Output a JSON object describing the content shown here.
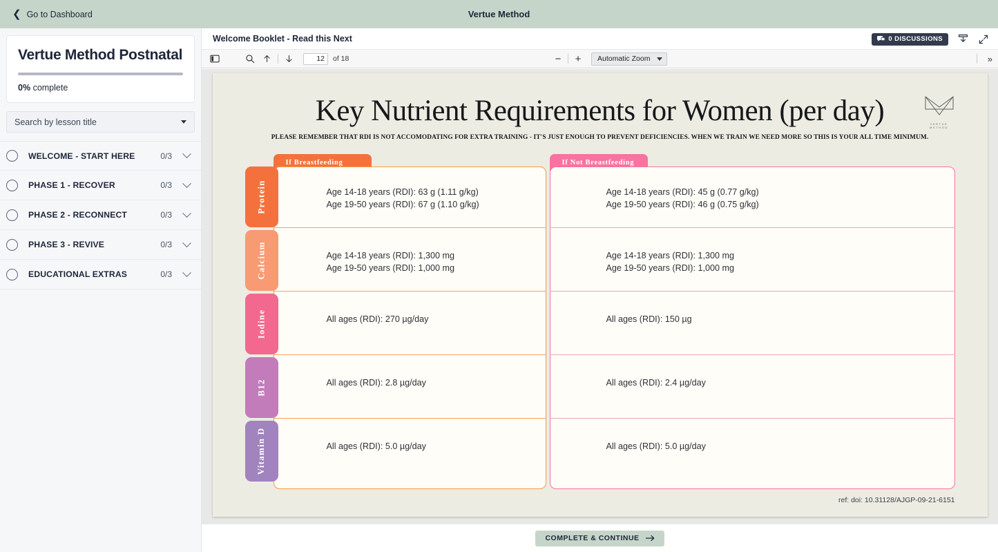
{
  "topbar": {
    "back_label": "Go to Dashboard",
    "back_icon": "chevron-left-icon",
    "title": "Vertue Method",
    "bg_color": "#c6d5c9"
  },
  "sidebar": {
    "course_title": "Vertue Method Postnatal",
    "progress_percent": "0%",
    "progress_text": "complete",
    "progress_value": 0,
    "search_placeholder": "Search by lesson title",
    "search_caret_icon": "chevron-down-icon",
    "lessons": [
      {
        "label": "WELCOME - START HERE",
        "count": "0/3",
        "status_icon": "circle-incomplete-icon",
        "chevron_icon": "chevron-down-icon"
      },
      {
        "label": "PHASE 1 - RECOVER",
        "count": "0/3",
        "status_icon": "circle-incomplete-icon",
        "chevron_icon": "chevron-down-icon"
      },
      {
        "label": "PHASE 2 - RECONNECT",
        "count": "0/3",
        "status_icon": "circle-incomplete-icon",
        "chevron_icon": "chevron-down-icon"
      },
      {
        "label": "PHASE 3 - REVIVE",
        "count": "0/3",
        "status_icon": "circle-incomplete-icon",
        "chevron_icon": "chevron-down-icon"
      },
      {
        "label": "EDUCATIONAL EXTRAS",
        "count": "0/3",
        "status_icon": "circle-incomplete-icon",
        "chevron_icon": "chevron-down-icon"
      }
    ]
  },
  "doc_header": {
    "title": "Welcome Booklet - Read this Next",
    "discussions_label": "0 DISCUSSIONS",
    "discussions_icon": "comments-icon",
    "download_icon": "download-icon",
    "fullscreen_icon": "expand-icon"
  },
  "pdf_toolbar": {
    "sidebar_toggle_icon": "sidebar-panel-icon",
    "search_icon": "search-icon",
    "prev_page_icon": "arrow-up-icon",
    "next_page_icon": "arrow-down-icon",
    "page_number": "12",
    "page_total": "of 18",
    "zoom_out_label": "−",
    "zoom_in_label": "+",
    "zoom_value": "Automatic Zoom",
    "zoom_caret_icon": "chevron-down-icon",
    "more_tools_label": "»"
  },
  "pdf_page": {
    "logo_mark": "vertue-m-logo",
    "logo_word": "VERTUE METHOD",
    "title": "Key Nutrient Requirements for Women (per day)",
    "subtitle": "PLEASE REMEMBER THAT RDI IS NOT ACCOMODATING FOR EXTRA TRAINING - IT'S JUST ENOUGH TO PREVENT DEFICIENCIES. WHEN WE TRAIN WE NEED MORE SO THIS IS YOUR ALL TIME MINIMUM.",
    "reference": "ref: doi: 10.31128/AJGP-09-21-6151",
    "columns": [
      {
        "label": "If Breastfeeding",
        "color": "#f4713e",
        "border_color": "#f79a42"
      },
      {
        "label": "If Not Breastfeeding",
        "color": "#f8739f",
        "border_color": "#f8739f"
      }
    ],
    "rows": [
      {
        "nutrient": "Protein",
        "color": "#f4713e",
        "breastfeeding": "Age 14-18 years (RDI): 63 g (1.11 g/kg)\nAge 19-50 years (RDI): 67 g (1.10 g/kg)",
        "not_breastfeeding": "Age 14-18 years (RDI): 45 g (0.77 g/kg)\nAge 19-50 years (RDI): 46 g (0.75 g/kg)"
      },
      {
        "nutrient": "Calcium",
        "color": "#f89a73",
        "breastfeeding": "Age 14-18 years (RDI): 1,300 mg\nAge 19-50 years (RDI): 1,000 mg",
        "not_breastfeeding": "Age 14-18 years (RDI): 1,300 mg\nAge 19-50 years (RDI): 1,000 mg"
      },
      {
        "nutrient": "Iodine",
        "color": "#f2688f",
        "breastfeeding": "All ages (RDI): 270 µg/day",
        "not_breastfeeding": "All ages (RDI): 150 µg"
      },
      {
        "nutrient": "B12",
        "color": "#c27cba",
        "breastfeeding": "All ages (RDI): 2.8 µg/day",
        "not_breastfeeding": "All ages (RDI): 2.4 µg/day"
      },
      {
        "nutrient": "Vitamin D",
        "color": "#a183bd",
        "breastfeeding": "All ages (RDI): 5.0 µg/day",
        "not_breastfeeding": "All ages (RDI): 5.0 µg/day"
      }
    ]
  },
  "bottom_bar": {
    "complete_label": "COMPLETE & CONTINUE",
    "arrow_icon": "arrow-right-icon"
  }
}
